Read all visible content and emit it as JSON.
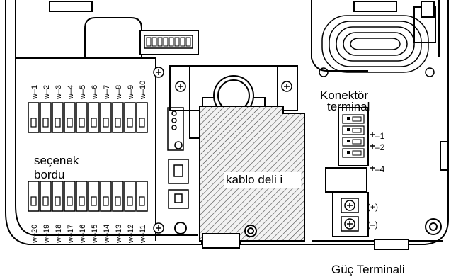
{
  "labels": {
    "option_board_line1": "seçenek",
    "option_board_line2": "bordu",
    "cable_hole": "kablo deli  i",
    "connector_terminal_line1": "Konektör",
    "connector_terminal_line2": "terminal",
    "power_terminal": "Güç Terminali"
  },
  "wire_labels_top": [
    "w–1",
    "w–2",
    "w–3",
    "w–4",
    "w–5",
    "w–6",
    "w–7",
    "w–8",
    "w–9",
    "w–10"
  ],
  "wire_labels_bottom": [
    "w–20",
    "w–19",
    "w–18",
    "w–17",
    "w–16",
    "w–15",
    "w–14",
    "w–13",
    "w–12",
    "w–11"
  ],
  "connector_pins": [
    "–1",
    "–2",
    "–4"
  ],
  "power_pins": [
    "(+)",
    "(–)"
  ]
}
